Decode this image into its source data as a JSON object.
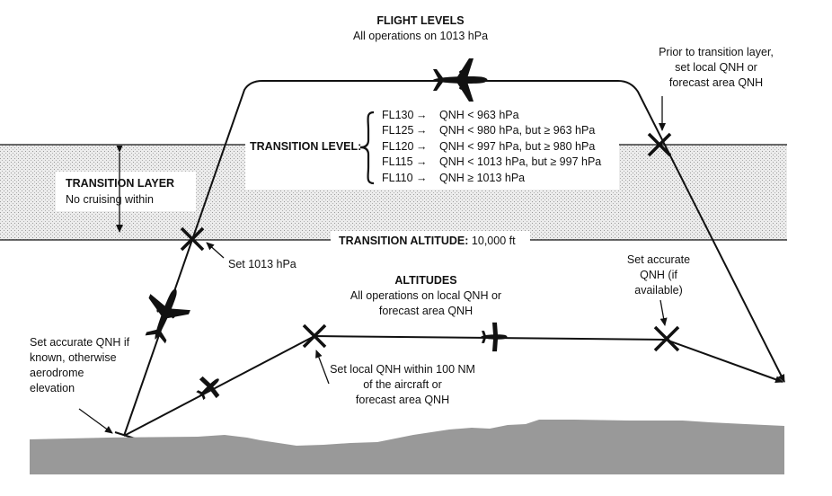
{
  "flight_levels": {
    "title": "FLIGHT LEVELS",
    "subtitle": "All operations on 1013 hPa"
  },
  "prior_transition": {
    "line1": "Prior to transition layer,",
    "line2": "set local QNH or",
    "line3": "forecast area QNH"
  },
  "transition_layer": {
    "title": "TRANSITION LAYER",
    "subtitle": "No cruising within"
  },
  "transition_level": {
    "label": "TRANSITION LEVEL:",
    "rows": [
      {
        "fl": "FL130",
        "arrow": "→",
        "rule": "QNH < 963 hPa"
      },
      {
        "fl": "FL125",
        "arrow": "→",
        "rule": "QNH < 980 hPa, but ≥ 963 hPa"
      },
      {
        "fl": "FL120",
        "arrow": "→",
        "rule": "QNH < 997 hPa, but ≥ 980 hPa"
      },
      {
        "fl": "FL115",
        "arrow": "→",
        "rule": "QNH < 1013 hPa, but ≥ 997 hPa"
      },
      {
        "fl": "FL110",
        "arrow": "→",
        "rule": "QNH ≥ 1013 hPa"
      }
    ]
  },
  "transition_altitude": {
    "label": "TRANSITION ALTITUDE:",
    "value": "10,000 ft"
  },
  "set_1013": "Set 1013 hPa",
  "altitudes": {
    "title": "ALTITUDES",
    "line1": "All operations on local QNH or",
    "line2": "forecast area QNH"
  },
  "set_accurate_right": {
    "line1": "Set accurate",
    "line2": "QNH (if",
    "line3": "available)"
  },
  "set_accurate_left": {
    "line1": "Set accurate QNH if",
    "line2": "known, otherwise",
    "line3": "aerodrome",
    "line4": "elevation"
  },
  "set_local": {
    "line1": "Set local QNH within 100 NM",
    "line2": "of the aircraft or",
    "line3": "forecast area QNH"
  },
  "colors": {
    "terrain": "#999999",
    "layer_fill": "#e4e4e4",
    "ink": "#111111"
  },
  "icons": [
    "airliner-icon",
    "small-plane-icon",
    "cross-marker-icon",
    "arrow-icon"
  ]
}
